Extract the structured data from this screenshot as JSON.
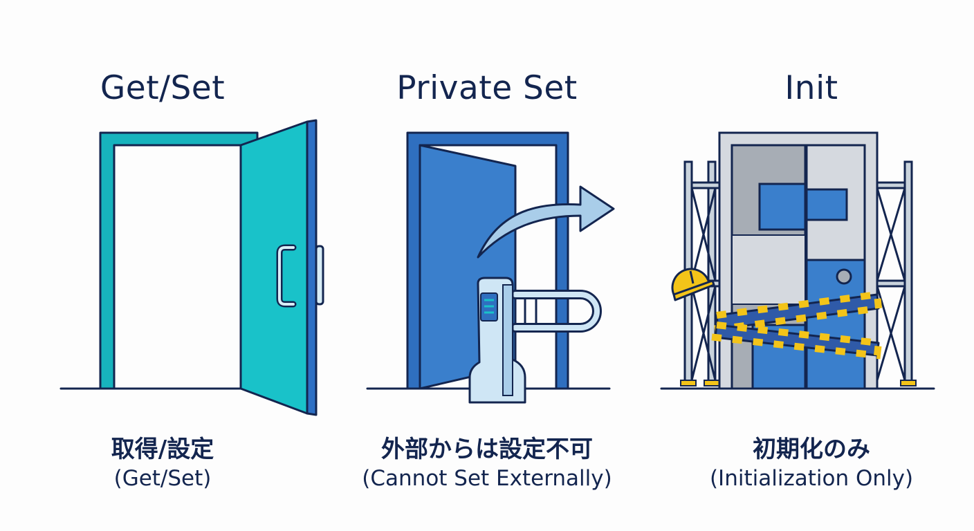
{
  "panels": [
    {
      "title": "Get/Set",
      "label_ja": "取得/設定",
      "label_en": "(Get/Set)",
      "icon": "open-door-icon",
      "colors": {
        "frame": "#17b3bd",
        "door": "#19c2c9",
        "edge": "#2d6fc4"
      }
    },
    {
      "title": "Private Set",
      "label_ja": "外部からは設定不可",
      "label_en": "(Cannot Set Externally)",
      "icon": "door-with-turnstile-icon",
      "colors": {
        "frame": "#2f6fbf",
        "door": "#3a7fcc",
        "arrow": "#a9cde9",
        "turnstile": "#cfe6f5"
      }
    },
    {
      "title": "Init",
      "label_ja": "初期化のみ",
      "label_en": "(Initialization Only)",
      "icon": "door-under-construction-icon",
      "colors": {
        "frame": "#d5d9df",
        "panel": "#a7adb5",
        "accent": "#3a7fcc",
        "tape": "#f3c419"
      }
    }
  ]
}
